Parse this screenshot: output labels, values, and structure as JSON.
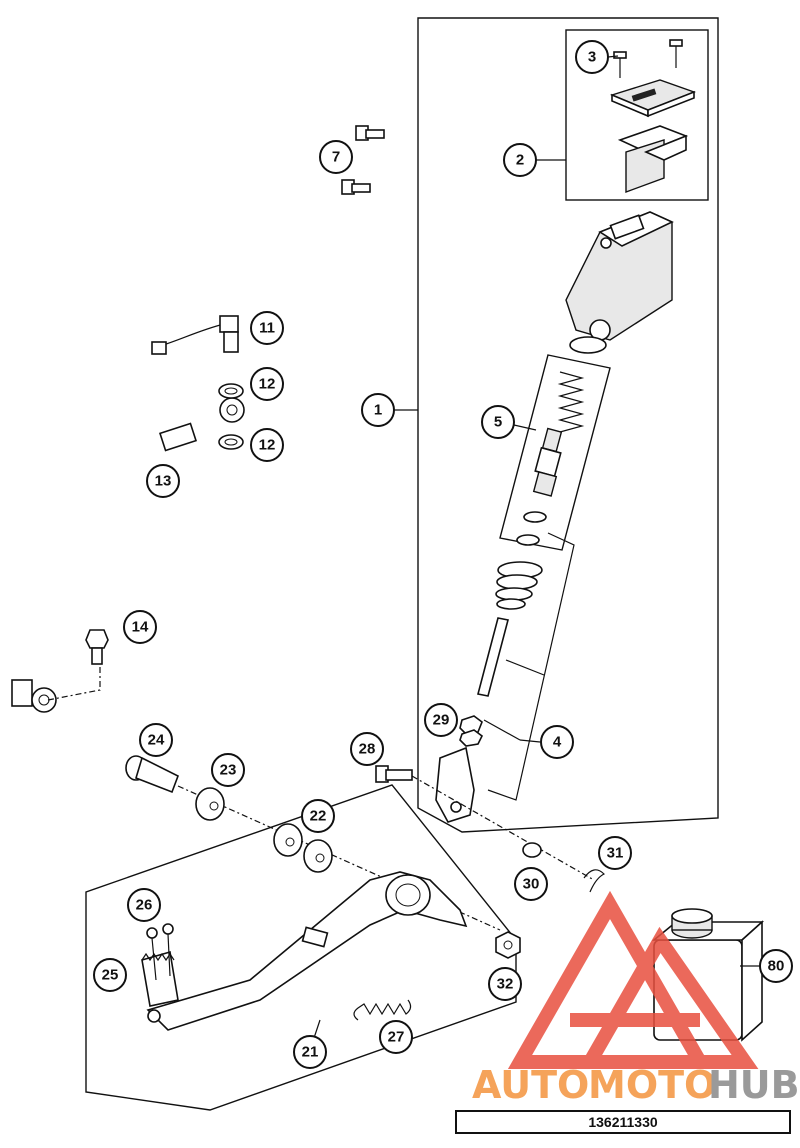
{
  "callouts": {
    "c1": "1",
    "c2": "2",
    "c3": "3",
    "c4": "4",
    "c5": "5",
    "c7": "7",
    "c11": "11",
    "c12a": "12",
    "c12b": "12",
    "c13": "13",
    "c14": "14",
    "c21": "21",
    "c22": "22",
    "c23": "23",
    "c24": "24",
    "c25": "25",
    "c26": "26",
    "c27": "27",
    "c28": "28",
    "c29": "29",
    "c30": "30",
    "c31": "31",
    "c32": "32",
    "c80": "80"
  },
  "watermark": {
    "part1": "AUTO",
    "part2": "MOTO",
    "part3": "HUB",
    "color_orange": "#f5a35a",
    "color_grey": "#9a9a9a",
    "color_red": "#e8503f"
  },
  "footer": {
    "code": "136211330"
  }
}
